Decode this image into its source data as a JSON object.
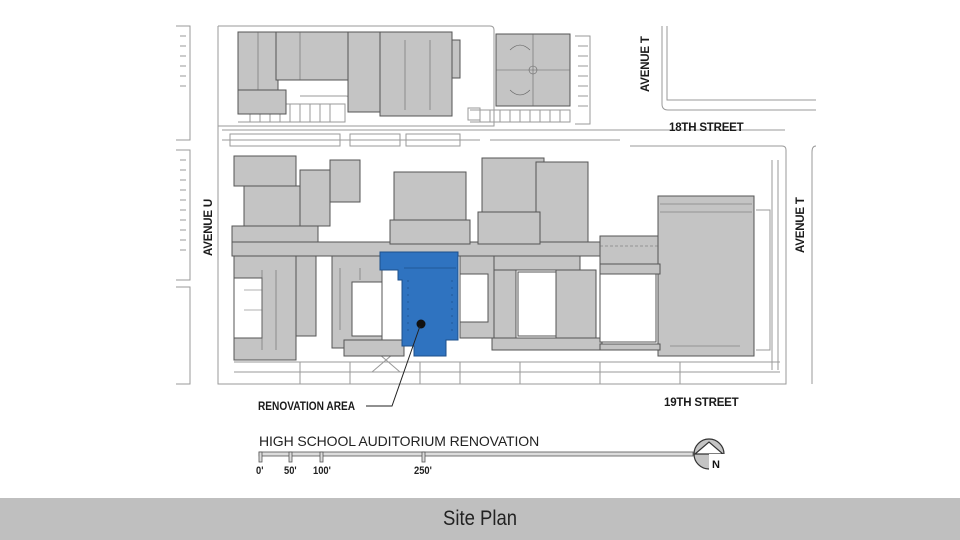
{
  "slide": {
    "footer_title": "Site Plan",
    "colors": {
      "building_gray": "#c4c4c4",
      "building_outline": "#555555",
      "renovation_blue": "#2f73c0",
      "footer_bar": "#bfbfbf",
      "background": "#ffffff"
    }
  },
  "site_plan": {
    "streets": {
      "avenue_u": "AVENUE U",
      "avenue_t_north": "AVENUE T",
      "avenue_t_east": "AVENUE T",
      "street_18th": "18TH STREET",
      "street_19th": "19TH STREET"
    },
    "callout": {
      "label": "RENOVATION AREA"
    },
    "legend": {
      "project_title": "HIGH SCHOOL AUDITORIUM RENOVATION",
      "scale_ticks": [
        "0'",
        "50'",
        "100'",
        "250'"
      ],
      "north_arrow_label": "N"
    }
  }
}
